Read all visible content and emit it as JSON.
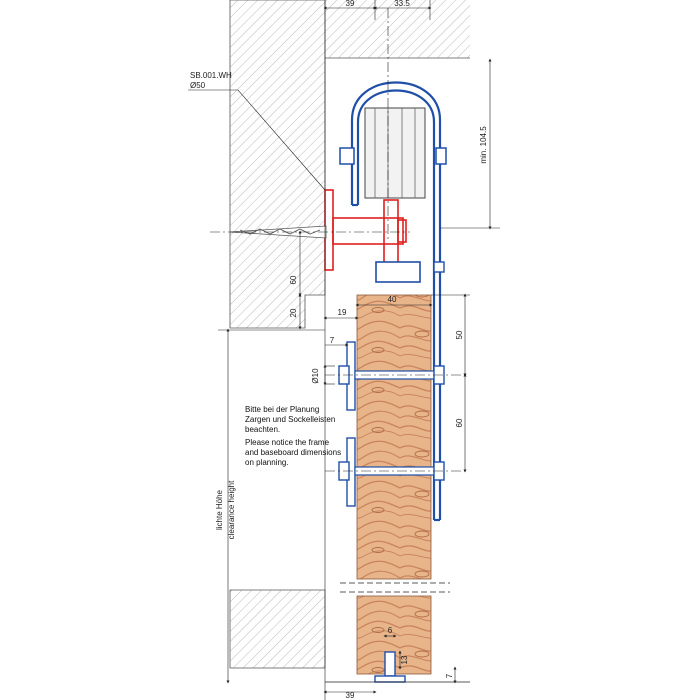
{
  "dimensions": {
    "top_a": "39",
    "top_b": "33.5",
    "min_height": "min. 104.5",
    "wall_offset": "60",
    "frame_height": "20",
    "frame_width": "19",
    "door_thickness": "40",
    "upper_bolt_spacing": "50",
    "bolt_spacing": "60",
    "bolt_diameter": "Ø10",
    "plate_offset": "7",
    "guide_width": "6",
    "guide_height": "13",
    "floor_gap": "7",
    "bottom_offset": "39"
  },
  "part_label": {
    "code": "SB.001.WH",
    "diameter": "Ø50"
  },
  "note": {
    "de_line1": "Bitte bei der Planung",
    "de_line2": "Zargen und Sockelleisten",
    "de_line3": "beachten.",
    "en_line1": "Please notice the frame",
    "en_line2": "and baseboard dimensions",
    "en_line3": "on planning."
  },
  "clearance": {
    "de": "lichte Höhe",
    "en": "clearance height"
  },
  "colors": {
    "rail": "#1f4fa8",
    "bracket": "#e02020",
    "wood": "#e8b48a",
    "wood_grain": "#c9835a",
    "hatch": "#9a9a9a",
    "line": "#222222"
  }
}
